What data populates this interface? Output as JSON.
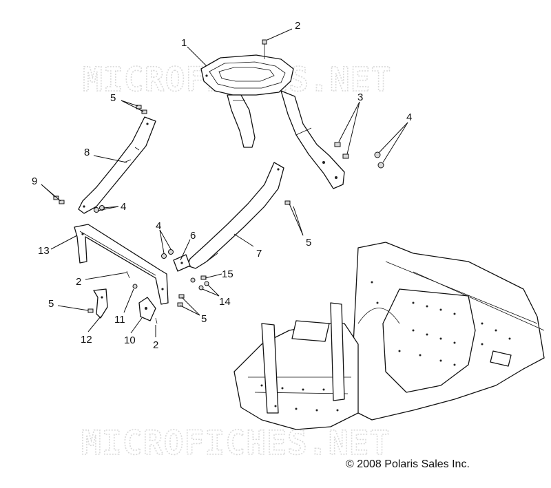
{
  "watermark": {
    "text": "MICROFICHES.NET"
  },
  "copyright": "© 2008 Polaris Sales Inc.",
  "callouts": {
    "c1": "1",
    "c2_top": "2",
    "c3": "3",
    "c4_top": "4",
    "c5_top": "5",
    "c8": "8",
    "c9": "9",
    "c4_left": "4",
    "c5_right": "5",
    "c7": "7",
    "c13": "13",
    "c4_mid": "4",
    "c6": "6",
    "c2_left": "2",
    "c15": "15",
    "c14": "14",
    "c5_mid": "5",
    "c5_left": "5",
    "c11": "11",
    "c12": "12",
    "c10": "10",
    "c2_bottom": "2"
  }
}
